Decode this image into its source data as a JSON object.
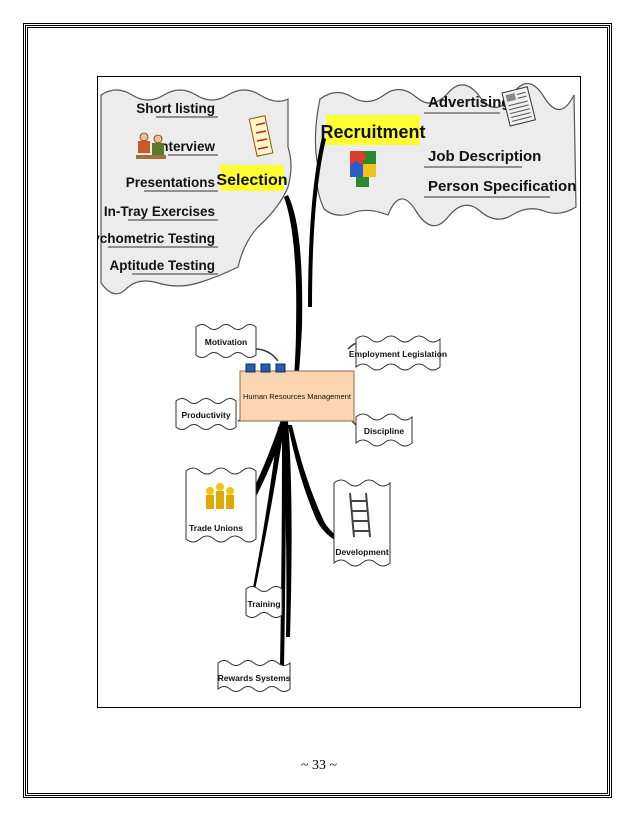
{
  "mindmap": {
    "center": "Human Resources Management",
    "selection": {
      "title": "Selection",
      "items": [
        "Short listing",
        "Interview",
        "Presentations",
        "In-Tray Exercises",
        "Psychometric Testing",
        "Aptitude Testing"
      ]
    },
    "recruitment": {
      "title": "Recruitment",
      "items": [
        "Advertising",
        "Job Description",
        "Person Specification"
      ]
    },
    "left_nodes": [
      "Motivation",
      "Productivity",
      "Trade Unions",
      "Training",
      "Rewards Systems"
    ],
    "right_nodes": [
      "Employment Legislation",
      "Discipline",
      "Development"
    ]
  },
  "colors": {
    "highlight": "#ffff33",
    "cloud_fill": "#ececec",
    "center_fill": "#fbd6b0",
    "connector": "#000000"
  },
  "page": {
    "number": "~ 33 ~"
  }
}
